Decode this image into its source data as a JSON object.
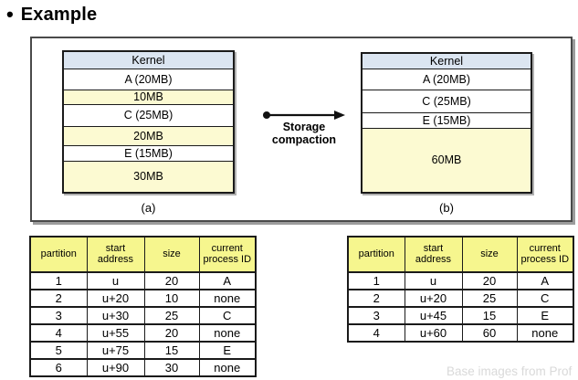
{
  "title": {
    "bullet": "•",
    "text": "Example"
  },
  "figure": {
    "diagram_a": {
      "label": "(a)",
      "blocks": [
        {
          "text": "Kernel",
          "type": "kernel"
        },
        {
          "text": "A (20MB)",
          "type": "process"
        },
        {
          "text": "10MB",
          "type": "free"
        },
        {
          "text": "C (25MB)",
          "type": "process"
        },
        {
          "text": "20MB",
          "type": "free"
        },
        {
          "text": "E (15MB)",
          "type": "process"
        },
        {
          "text": "30MB",
          "type": "free"
        }
      ]
    },
    "arrow": {
      "line1": "Storage",
      "line2": "compaction"
    },
    "diagram_b": {
      "label": "(b)",
      "blocks": [
        {
          "text": "Kernel",
          "type": "kernel"
        },
        {
          "text": "A (20MB)",
          "type": "process"
        },
        {
          "text": "C (25MB)",
          "type": "process"
        },
        {
          "text": "E (15MB)",
          "type": "process"
        },
        {
          "text": "60MB",
          "type": "free"
        }
      ]
    }
  },
  "tables": {
    "left": {
      "headers": [
        "partition",
        "start address",
        "size",
        "current process ID"
      ],
      "rows": [
        [
          "1",
          "u",
          "20",
          "A"
        ],
        [
          "2",
          "u+20",
          "10",
          "none"
        ],
        [
          "3",
          "u+30",
          "25",
          "C"
        ],
        [
          "4",
          "u+55",
          "20",
          "none"
        ],
        [
          "5",
          "u+75",
          "15",
          "E"
        ],
        [
          "6",
          "u+90",
          "30",
          "none"
        ]
      ]
    },
    "right": {
      "headers": [
        "partition",
        "start address",
        "size",
        "current process ID"
      ],
      "rows": [
        [
          "1",
          "u",
          "20",
          "A"
        ],
        [
          "2",
          "u+20",
          "25",
          "C"
        ],
        [
          "3",
          "u+45",
          "15",
          "E"
        ],
        [
          "4",
          "u+60",
          "60",
          "none"
        ]
      ]
    }
  },
  "footer": {
    "credit": "Base images from Prof"
  },
  "colors": {
    "kernel_block": "#dbe5f1",
    "process_block": "#ffffff",
    "free_block": "#fcfad2",
    "table_header": "#f6f68e",
    "box_border": "#4a4a4a",
    "footer_text": "#d9d9d9"
  }
}
